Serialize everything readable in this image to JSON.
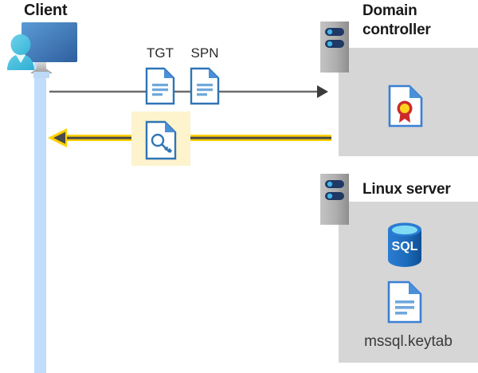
{
  "diagram": {
    "title": "Kerberos authentication flow between client, domain controller and Linux server",
    "background_color": "#ffffff"
  },
  "client": {
    "title": "Client",
    "icon": "user-workstation-icon",
    "lifeline_color": "#c2dcfc"
  },
  "domain_controller": {
    "title": "Domain controller",
    "server_icon": "server-rack-icon",
    "panel_color": "#d6d6d6",
    "contents": [
      {
        "icon": "certificate-document-icon",
        "label": ""
      }
    ]
  },
  "linux_server": {
    "title": "Linux server",
    "server_icon": "server-rack-icon",
    "panel_color": "#d6d6d6",
    "contents": [
      {
        "icon": "sql-database-icon",
        "label": "SQL"
      },
      {
        "icon": "keytab-document-icon",
        "label": "mssql.keytab"
      }
    ]
  },
  "flow": {
    "request": {
      "label_tgt": "TGT",
      "label_spn": "SPN",
      "icon_tgt": "text-document-icon",
      "icon_spn": "text-document-icon",
      "arrow": "arrow-right-gray",
      "arrow_color": "#6b6b6b",
      "direction": "client-to-domain-controller"
    },
    "response": {
      "icon": "key-document-icon",
      "highlight_color": "#fdf3cd",
      "arrow": "arrow-left-yellow",
      "arrow_color": "#ffd100",
      "arrowhead_color": "#4a4a4a",
      "direction": "domain-controller-to-client"
    }
  },
  "colors": {
    "accent_blue": "#3b7fd4",
    "document_border": "#2e75b6",
    "document_fold": "#4a90d9",
    "server_gray": "#a8a8a8",
    "server_pill_navy": "#1f3864",
    "server_dot_cyan": "#41b6e6",
    "panel_gray": "#d6d6d6",
    "yellow": "#ffd100",
    "highlight_yellow": "#fdf3cd",
    "sql_blue": "#1d6cbc",
    "cert_red": "#cc2b2b",
    "cert_gold": "#ffd21e",
    "text_dark": "#1a1a1a"
  }
}
